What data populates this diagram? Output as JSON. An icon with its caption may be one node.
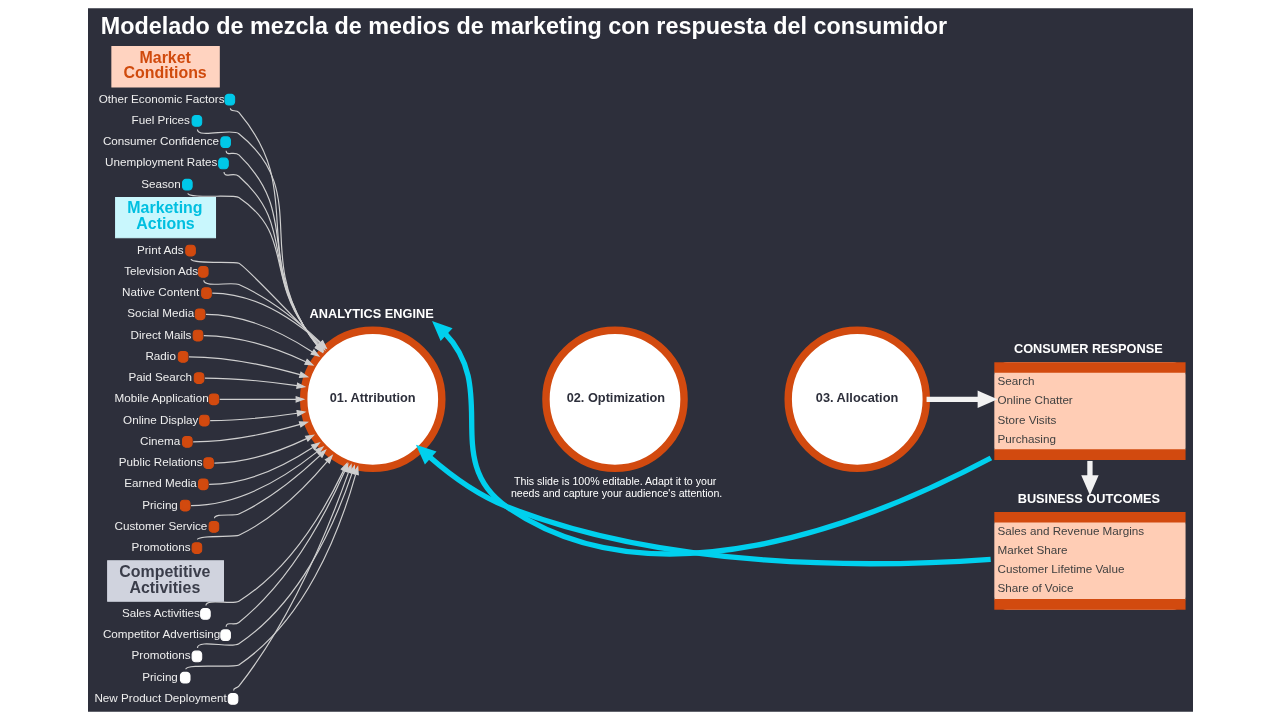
{
  "diagram": {
    "title": "Modelado de mezcla de medios de marketing con respuesta del consumidor",
    "nodes": [
      {
        "text": [
          "Other Economic Factors"
        ]
      },
      {
        "text": [
          "Market Conditions"
        ]
      },
      {
        "text": [
          "Fuel Prices"
        ]
      },
      {
        "text": [
          "Consumer Confidence"
        ]
      },
      {
        "text": [
          "Unemployment Rates"
        ]
      },
      {
        "text": [
          "Print Ads"
        ]
      },
      {
        "text": [
          "Marketing Actions"
        ]
      },
      {
        "text": [
          "Television Ads"
        ]
      },
      {
        "text": [
          "Season"
        ]
      },
      {
        "text": [
          "Native Content"
        ]
      },
      {
        "text": [
          "Social Media"
        ]
      },
      {
        "text": [
          "Direct Mails"
        ]
      },
      {
        "text": [
          "Radio"
        ]
      },
      {
        "text": [
          "Paid Search"
        ]
      },
      {
        "text": [
          "Mobile Application"
        ]
      },
      {
        "text": [
          "Online Display"
        ]
      },
      {
        "text": [
          "Cinema"
        ]
      },
      {
        "text": [
          "Public Relations"
        ]
      },
      {
        "text": [
          "Earned Media"
        ]
      },
      {
        "text": [
          "Pricing"
        ]
      },
      {
        "text": [
          "Customer Service"
        ]
      },
      {
        "text": [
          "Sales Activities"
        ]
      },
      {
        "text": [
          "Competitor Advertising"
        ]
      },
      {
        "text": [
          "Promotions"
        ]
      },
      {
        "text": [
          "Promotions"
        ]
      },
      {
        "text": [
          "Pricing"
        ]
      },
      {
        "text": [
          "Competitive Activities"
        ]
      },
      {
        "text": [
          "New Product Deployment"
        ]
      },
      {
        "text": [
          "ANALYTICS ENGINE"
        ]
      },
      {
        "text": [
          "01. Attribution"
        ]
      },
      {
        "text": [
          "02. Optimization"
        ]
      },
      {
        "text": [
          "03. Allocation"
        ]
      },
      {
        "text": [
          "CONSUMER RESPONSE",
          "Search",
          "Online Chatter",
          "Store Visits",
          "Purchasing"
        ]
      },
      {
        "text": [
          "BUSINESS OUTCOMES",
          "Sales and Revenue Margins",
          "Market Share",
          "Customer Lifetime Value",
          "Share of Voice"
        ]
      }
    ],
    "edges": [
      {
        "from": 0,
        "to": 29,
        "arrow": "to"
      },
      {
        "from": 2,
        "to": 29,
        "arrow": "to"
      },
      {
        "from": 3,
        "to": 29,
        "arrow": "to"
      },
      {
        "from": 4,
        "to": 29,
        "arrow": "to"
      },
      {
        "from": 5,
        "to": 29,
        "arrow": "to"
      },
      {
        "from": 7,
        "to": 29,
        "arrow": "to"
      },
      {
        "from": 8,
        "to": 29,
        "arrow": "to"
      },
      {
        "from": 9,
        "to": 29,
        "arrow": "to"
      },
      {
        "from": 10,
        "to": 29,
        "arrow": "to"
      },
      {
        "from": 11,
        "to": 29,
        "arrow": "to"
      },
      {
        "from": 12,
        "to": 29,
        "arrow": "to"
      },
      {
        "from": 13,
        "to": 29,
        "arrow": "to"
      },
      {
        "from": 14,
        "to": 29,
        "arrow": "to"
      },
      {
        "from": 15,
        "to": 29,
        "arrow": "to"
      },
      {
        "from": 16,
        "to": 29,
        "arrow": "to"
      },
      {
        "from": 17,
        "to": 29,
        "arrow": "to"
      },
      {
        "from": 18,
        "to": 29,
        "arrow": "to"
      },
      {
        "from": 19,
        "to": 29,
        "arrow": "to"
      },
      {
        "from": 20,
        "to": 29,
        "arrow": "to"
      },
      {
        "from": 21,
        "to": 29,
        "arrow": "to"
      },
      {
        "from": 22,
        "to": 29,
        "arrow": "to"
      },
      {
        "from": 23,
        "to": 29,
        "arrow": "to"
      },
      {
        "from": 24,
        "to": 29,
        "arrow": "to"
      },
      {
        "from": 25,
        "to": 29,
        "arrow": "to"
      },
      {
        "from": 27,
        "to": 29,
        "arrow": "to"
      },
      {
        "from": 31,
        "to": 32,
        "arrow": "to",
        "style": "thick",
        "color": "#f2f2f2"
      },
      {
        "from": 32,
        "to": 33,
        "arrow": "to",
        "style": "thick",
        "color": "#f2f2f2"
      },
      {
        "from": 32,
        "to": 28,
        "arrow": "to",
        "style": "thick",
        "color": "#00d0ee"
      },
      {
        "from": 33,
        "to": 29,
        "arrow": "to",
        "style": "thick",
        "color": "#00d0ee"
      }
    ],
    "labels": [
      "This slide is 100% editable. Adapt it to your needs and capture your audience's attention."
    ]
  }
}
